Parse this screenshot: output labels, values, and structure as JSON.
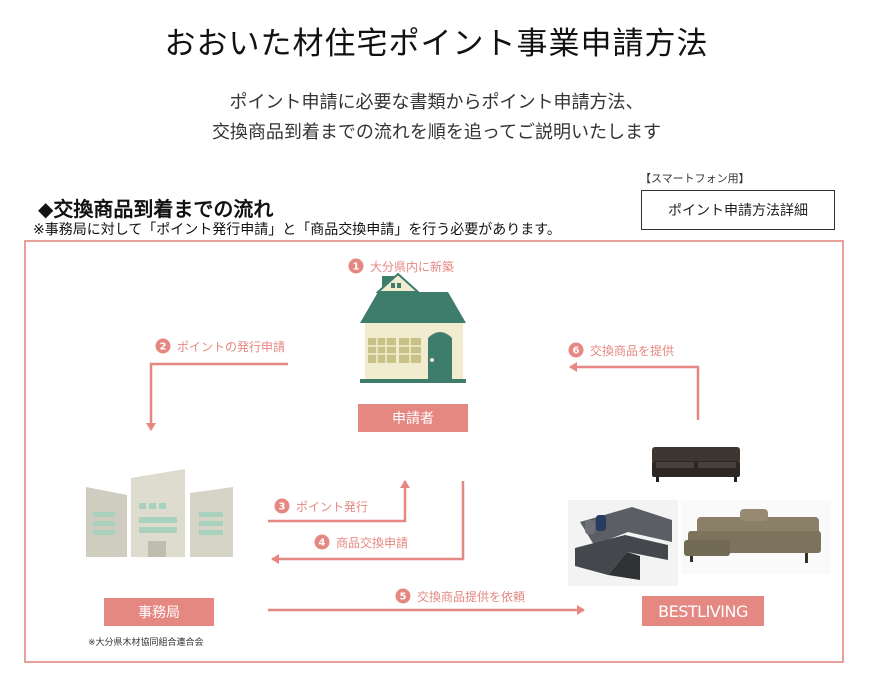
{
  "title": "おおいた材住宅ポイント事業申請方法",
  "subtitle_line1": "ポイント申請に必要な書類からポイント申請方法、",
  "subtitle_line2": "交換商品到着までの流れを順を追ってご説明いたします",
  "smartphone_label": "【スマートフォン用】",
  "detail_button_label": "ポイント申請方法詳細",
  "flow_heading": "◆交換商品到着までの流れ",
  "flow_note": "※事務局に対して「ポイント発行申請」と「商品交換申請」を行う必要があります。",
  "steps": [
    {
      "num": "1",
      "label": "大分県内に新築"
    },
    {
      "num": "2",
      "label": "ポイントの発行申請"
    },
    {
      "num": "3",
      "label": "ポイント発行"
    },
    {
      "num": "4",
      "label": "商品交換申請"
    },
    {
      "num": "5",
      "label": "交換商品提供を依頼"
    },
    {
      "num": "6",
      "label": "交換商品を提供"
    }
  ],
  "actors": {
    "applicant": "申請者",
    "office": "事務局",
    "supplier": "BESTLIVING"
  },
  "office_note": "※大分県木材協同組合連合会",
  "colors": {
    "accent": "#e58882",
    "border": "#e8a09a",
    "house_roof": "#3e7d6c",
    "house_wall": "#f1ecd0"
  },
  "icons": [
    "house-icon",
    "office-buildings-icon",
    "sofa-image"
  ]
}
